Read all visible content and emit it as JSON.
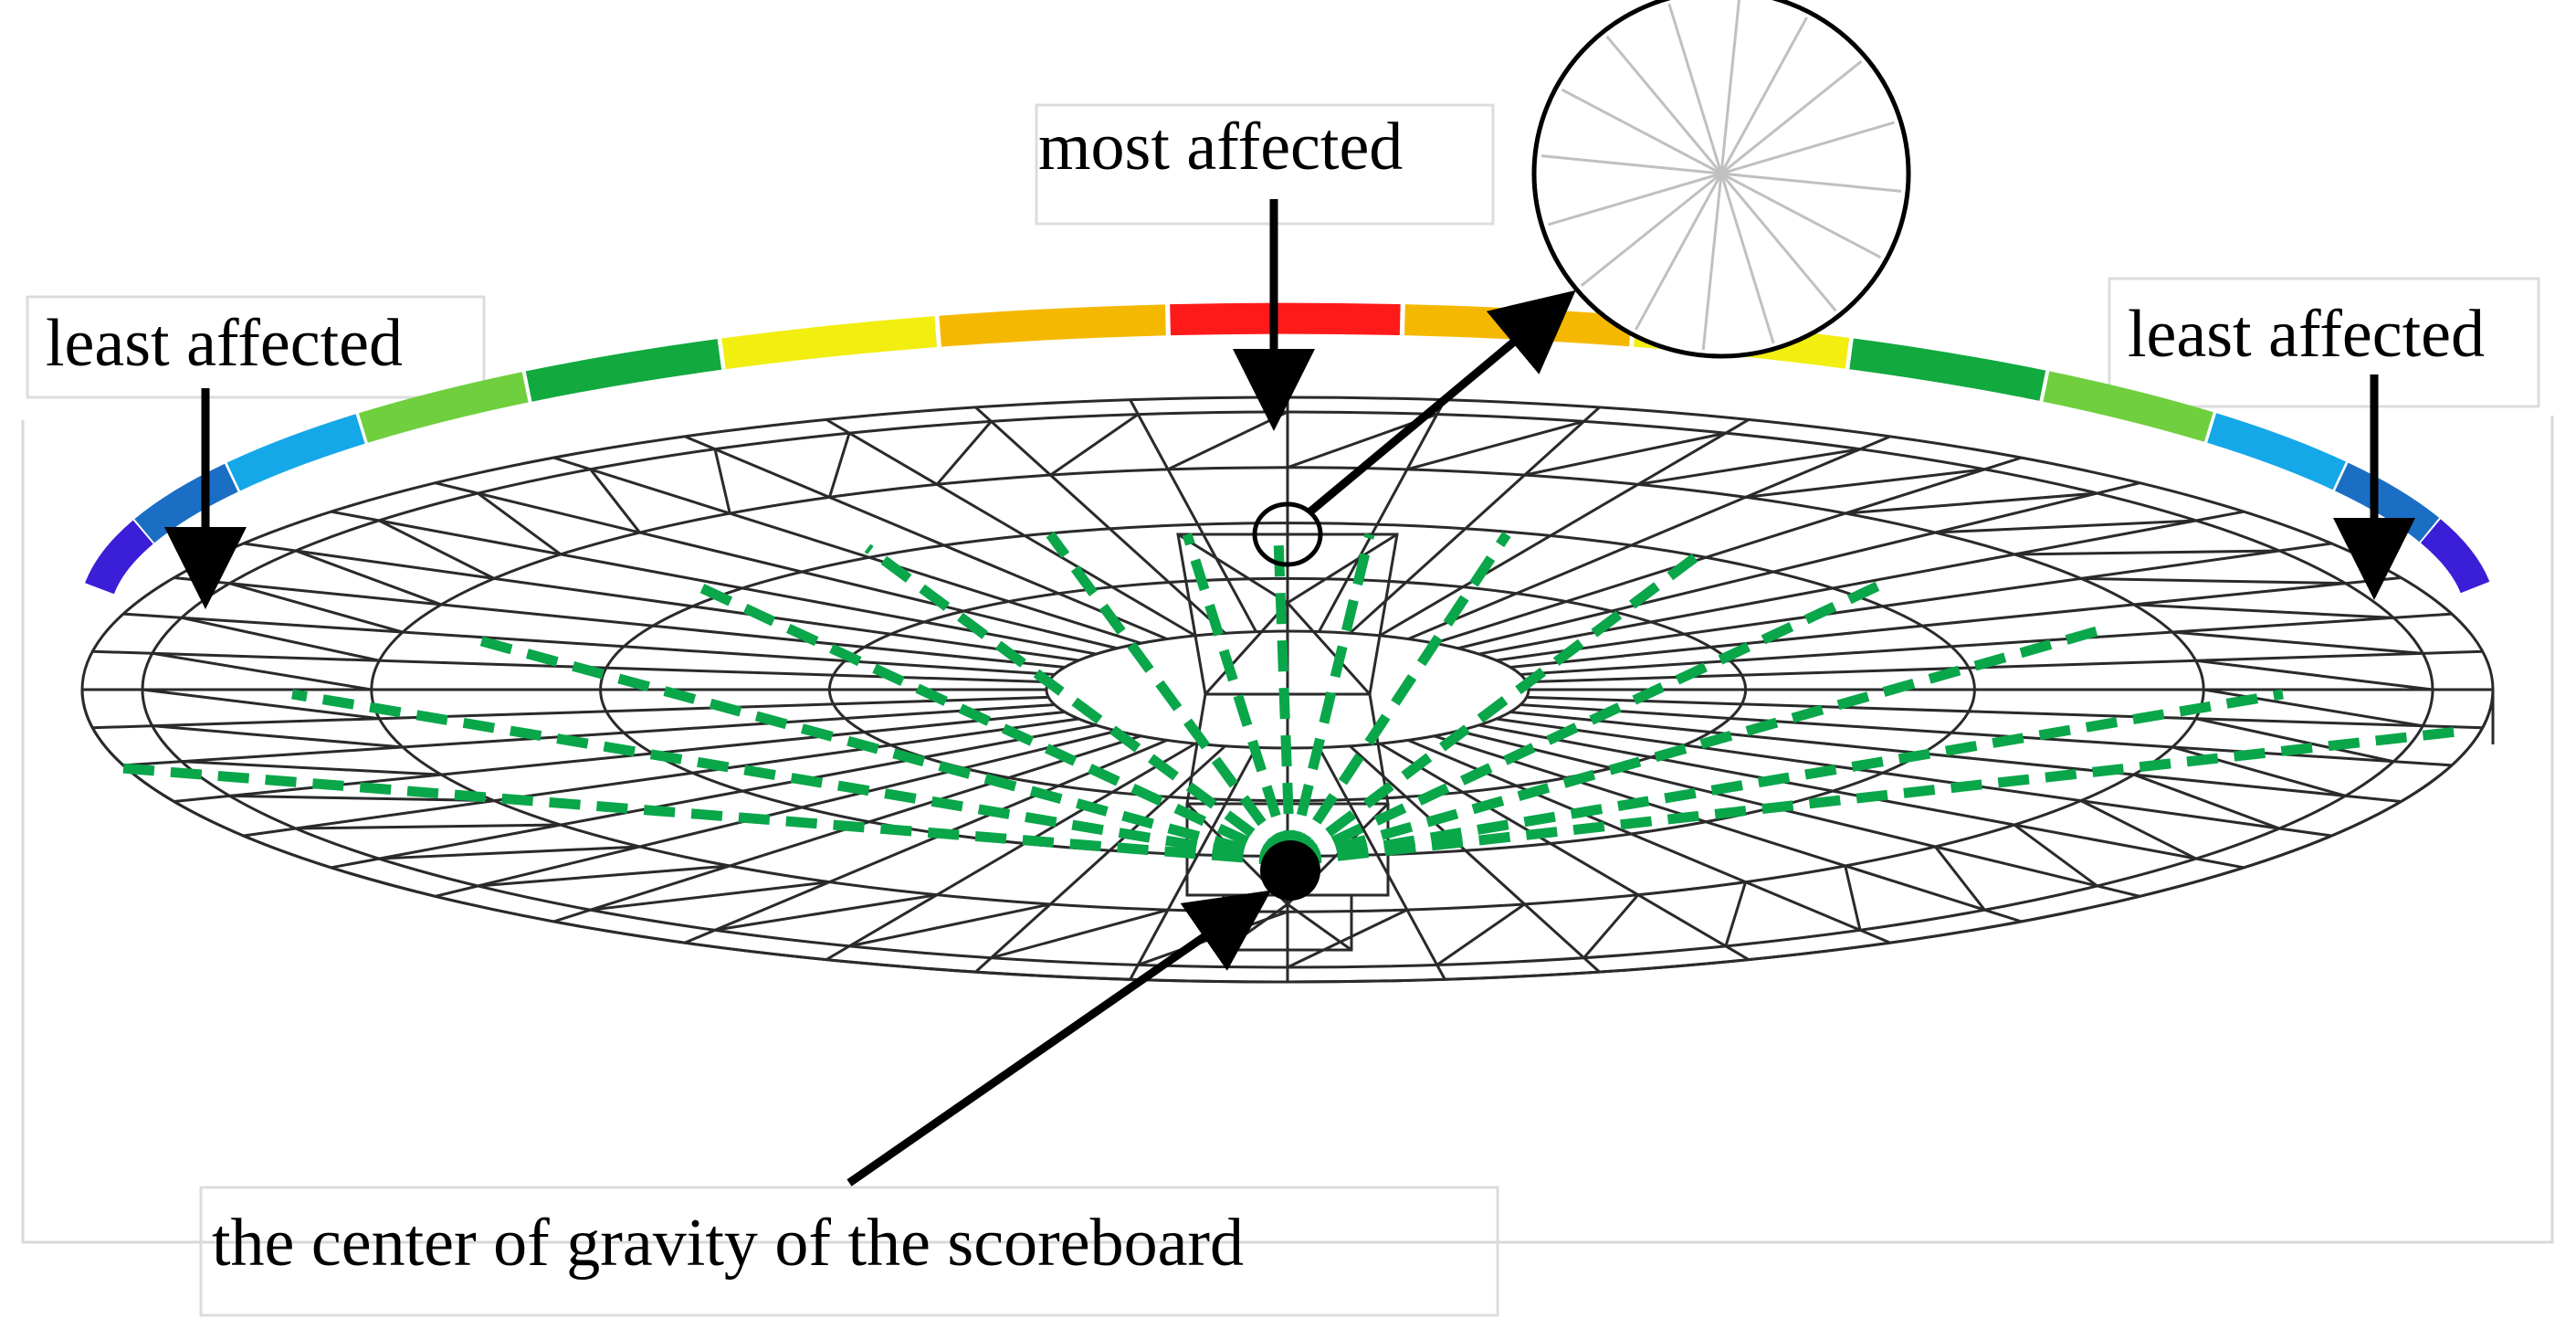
{
  "labels": {
    "most_affected": "most affected",
    "least_affected_left": "least affected",
    "least_affected_right": "least affected",
    "center_of_gravity": "the center of gravity of the scoreboard"
  },
  "colors": {
    "wireframe": "#2a2a2a",
    "cable": "#0aa64a",
    "arrow": "#000000",
    "gravity_point": "#000000"
  },
  "rim_gradient": [
    "#3a1ed8",
    "#1a6fc4",
    "#14a8e8",
    "#6fcf3e",
    "#12a93f",
    "#f2ee10",
    "#f5b800",
    "#ff1a1a",
    "#f5b800",
    "#f2ee10",
    "#12a93f",
    "#6fcf3e",
    "#14a8e8",
    "#1a6fc4",
    "#3a1ed8"
  ]
}
